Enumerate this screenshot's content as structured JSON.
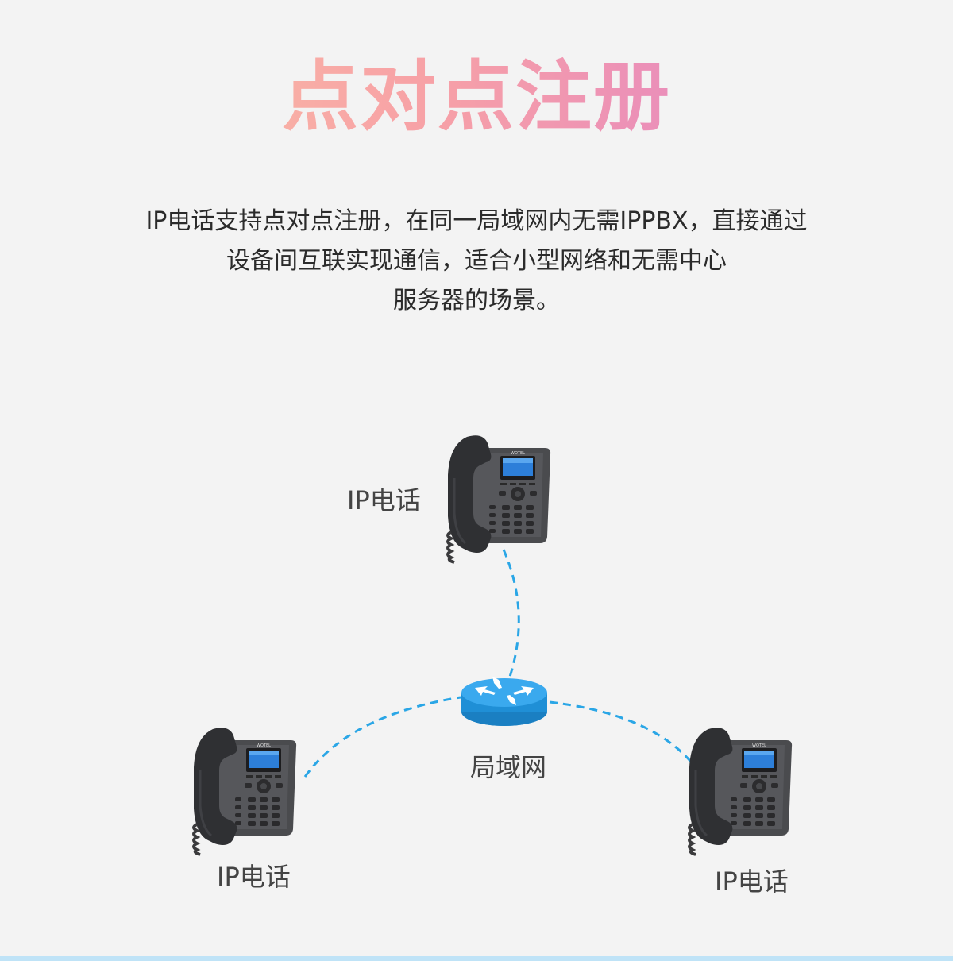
{
  "title": "点对点注册",
  "description": {
    "line1": "IP电话支持点对点注册，在同一局域网内无需IPPBX，直接通过",
    "line2": "设备间互联实现通信，适合小型网络和无需中心",
    "line3": "服务器的场景。"
  },
  "diagram": {
    "phone_top_label": "IP电话",
    "phone_left_label": "IP电话",
    "phone_right_label": "IP电话",
    "router_label": "局域网",
    "phone_brand": "WOTEL",
    "link_color": "#2aa6e6",
    "router_color": "#1f8fd6"
  },
  "colors": {
    "title_gradient": [
      "#fbc8a4",
      "#f7a1a6",
      "#e88bbd",
      "#c58ad8"
    ],
    "text": "#2b2b2b",
    "label": "#444444",
    "bottom_bar": "#bfe3f7"
  }
}
